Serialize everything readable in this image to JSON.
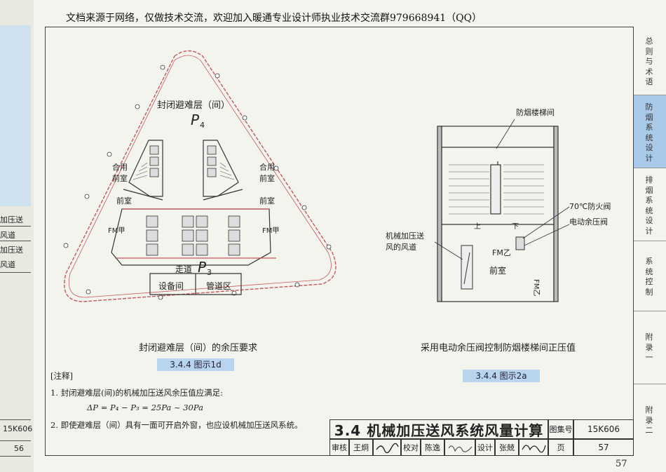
{
  "header_note": "文档来源于网络，仅做技术交流，欢迎加入暖通专业设计师执业技术交流群979668941（QQ）",
  "left_page": {
    "lines": [
      "加压送",
      "风道",
      "加压送",
      "风道"
    ],
    "code": "15K606",
    "page": "56"
  },
  "sidebar": {
    "tabs": [
      "总则与术语",
      "防烟系统设计",
      "排烟系统设计",
      "系统控制",
      "附录一",
      "附录二"
    ]
  },
  "diagram_1d": {
    "top_label": "封闭避难层（间）",
    "p4": "P",
    "p4_sub": "4",
    "shared_front_l1": "合用",
    "shared_front_l2": "前室",
    "front_room": "前室",
    "fm_left": "FM甲",
    "fm_right": "FM甲",
    "corridor": "走道",
    "p3": "P",
    "p3_sub": "3",
    "equipment_room": "设备间",
    "pipe_zone": "管道区",
    "caption": "封闭避难层（间）的余压要求",
    "figure_label": "3.4.4 图示1d"
  },
  "diagram_2a": {
    "stairwell": "防烟楼梯间",
    "damper_70": "70℃防火阀",
    "electric_damper": "电动余压阀",
    "duct_l1": "机械加压送",
    "duct_l2": "风的风道",
    "up": "上",
    "down": "下",
    "fm_b": "FM乙",
    "fm_b2": "FM乙",
    "front_room": "前室",
    "caption": "采用电动余压阀控制防烟楼梯间正压值",
    "figure_label": "3.4.4 图示2a"
  },
  "notes": {
    "heading": "[注释]",
    "item1": "1. 封闭避难层(间)的机械加压送风余压值应满足:",
    "formula": "ΔP = P₄ − P₃ = 25Pa ~ 30Pa",
    "item2": "2. 即使避难层（间）具有一面可开启外窗，也应设机械加压送风系统。"
  },
  "title_block": {
    "title": "3.4 机械加压送风系统风量计算",
    "atlas_label": "图集号",
    "atlas_no": "15K606",
    "review_label": "审核",
    "reviewer": "王炯",
    "check_label": "校对",
    "checker": "陈逸",
    "design_label": "设计",
    "designer": "张兢",
    "page_label": "页",
    "page_no": "57"
  },
  "page_number": "57"
}
